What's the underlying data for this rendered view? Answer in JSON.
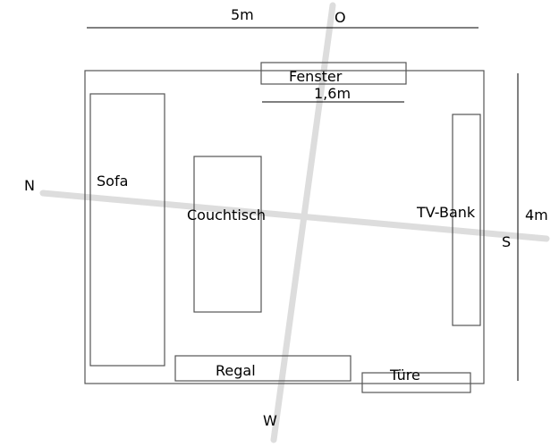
{
  "dimensions": {
    "width_label": "5m",
    "height_label": "4m",
    "window_label": "1,6m"
  },
  "compass": {
    "north": "N",
    "south": "S",
    "east": "O",
    "west": "W"
  },
  "furniture": {
    "window": "Fenster",
    "sofa": "Sofa",
    "coffee_table": "Couchtisch",
    "tv_bench": "TV-Bank",
    "shelf": "Regal",
    "door": "Türe"
  },
  "colors": {
    "axis": "#dddddd",
    "outline": "#555555"
  }
}
